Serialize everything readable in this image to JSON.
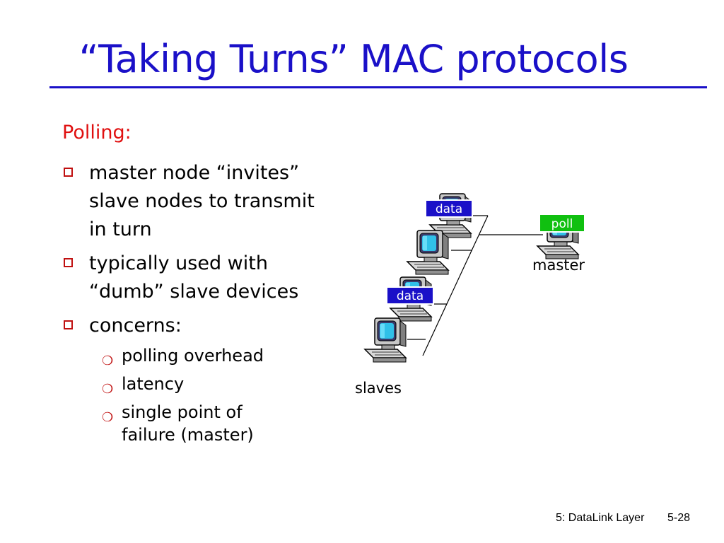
{
  "slide": {
    "title": "“Taking Turns” MAC protocols",
    "subheading": "Polling:",
    "bullets": [
      {
        "text": "master node “invites” slave nodes to transmit in turn"
      },
      {
        "text": "typically used with “dumb” slave devices"
      },
      {
        "text": "concerns:"
      }
    ],
    "sub_bullets": [
      {
        "text": "polling overhead"
      },
      {
        "text": "latency"
      },
      {
        "text": "single point of failure (master)"
      }
    ],
    "diagram": {
      "data_label_1": "data",
      "data_label_2": "data",
      "poll_label": "poll",
      "master_label": "master",
      "slaves_label": "slaves"
    },
    "footer": {
      "chapter": "5: DataLink Layer",
      "page": "5-28"
    }
  },
  "colors": {
    "title": "#1a10c8",
    "accent_red": "#e01010",
    "data_tag": "#1a10c8",
    "poll_tag": "#10c010"
  }
}
